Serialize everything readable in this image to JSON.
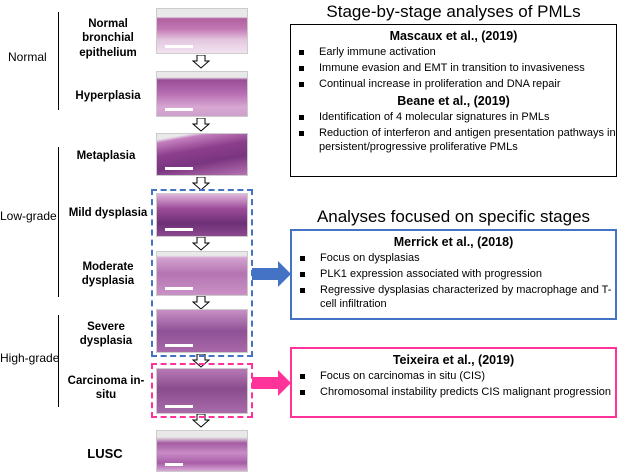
{
  "grades": {
    "normal": "Normal",
    "low": "Low-grade",
    "high": "High-grade"
  },
  "stages": [
    {
      "label": "Normal bronchial epithelium"
    },
    {
      "label": "Hyperplasia"
    },
    {
      "label": "Metaplasia"
    },
    {
      "label": "Mild dysplasia"
    },
    {
      "label": "Moderate dysplasia"
    },
    {
      "label": "Severe dysplasia"
    },
    {
      "label": "Carcinoma in-situ"
    },
    {
      "label": "LUSC"
    }
  ],
  "section1": {
    "title": "Stage-by-stage analyses of PMLs",
    "studies": [
      {
        "heading": "Mascaux et al., (2019)",
        "bullets": [
          "Early immune activation",
          "Immune evasion and EMT in transition to invasiveness",
          "Continual increase in proliferation and DNA repair"
        ]
      },
      {
        "heading": "Beane et al., (2019)",
        "bullets": [
          "Identification of 4 molecular signatures in PMLs",
          "Reduction of interferon and antigen presentation pathways in persistent/progressive proliferative PMLs"
        ]
      }
    ]
  },
  "section2": {
    "title": "Analyses focused on specific stages",
    "merrick": {
      "heading": "Merrick et al., (2018)",
      "bullets": [
        "Focus on dysplasias",
        "PLK1 expression associated with progression",
        "Regressive dysplasias characterized by macrophage and T-cell infiltration"
      ]
    },
    "teixeira": {
      "heading": "Teixeira et al., (2019)",
      "bullets": [
        "Focus on carcinomas in situ (CIS)",
        "Chromosomal instability predicts CIS malignant progression"
      ]
    }
  },
  "colors": {
    "blue": "#4472c4",
    "pink": "#ff3399",
    "tissue_dark": "#8a3f8c",
    "tissue_light": "#d9a6d6"
  }
}
